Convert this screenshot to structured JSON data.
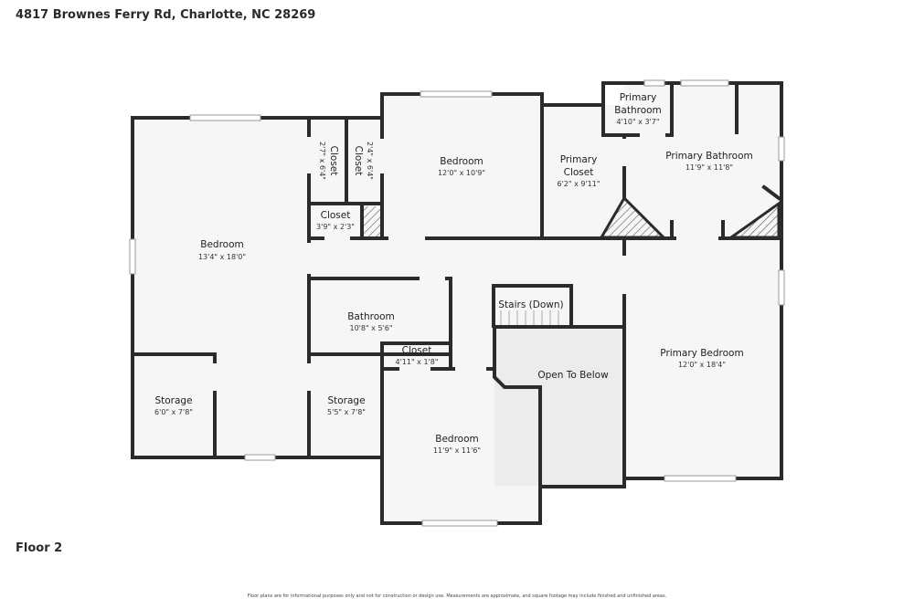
{
  "header": {
    "address": "4817 Brownes Ferry Rd, Charlotte, NC 28269"
  },
  "footer": {
    "floor_label": "Floor 2",
    "disclaimer": "Floor plans are for informational purposes only and not for construction or design use. Measurements are approximate, and square footage may include finished and unfinished areas."
  },
  "rooms": {
    "bedroom_left": {
      "name": "Bedroom",
      "dims": "13'4\" x 18'0\""
    },
    "closet_v1": {
      "name": "Closet",
      "dims": "2'7\" x 6'4\""
    },
    "closet_v2": {
      "name": "Closet",
      "dims": "2'4\" x 6'4\""
    },
    "closet_small": {
      "name": "Closet",
      "dims": "3'9\" x 2'3\""
    },
    "bedroom_top": {
      "name": "Bedroom",
      "dims": "12'0\" x 10'9\""
    },
    "primary_closet": {
      "name": "Primary\nCloset",
      "dims": "6'2\" x 9'11\""
    },
    "primary_bath_small": {
      "name": "Primary\nBathroom",
      "dims": "4'10\" x 3'7\""
    },
    "primary_bath": {
      "name": "Primary Bathroom",
      "dims": "11'9\" x 11'8\""
    },
    "stairs": {
      "name": "Stairs (Down)"
    },
    "bathroom": {
      "name": "Bathroom",
      "dims": "10'8\" x 5'6\""
    },
    "closet_mid": {
      "name": "Closet",
      "dims": "4'11\" x 1'8\""
    },
    "open_below": {
      "name": "Open To Below"
    },
    "storage_left": {
      "name": "Storage",
      "dims": "6'0\" x 7'8\""
    },
    "storage_mid": {
      "name": "Storage",
      "dims": "5'5\" x 7'8\""
    },
    "bedroom_bottom": {
      "name": "Bedroom",
      "dims": "11'9\" x 11'6\""
    },
    "primary_bedroom": {
      "name": "Primary Bedroom",
      "dims": "12'0\" x 18'4\""
    }
  },
  "colors": {
    "wall": "#2b2b2b",
    "floor": "#f6f6f6",
    "open_below": "#ececec",
    "window": "#ffffff"
  }
}
